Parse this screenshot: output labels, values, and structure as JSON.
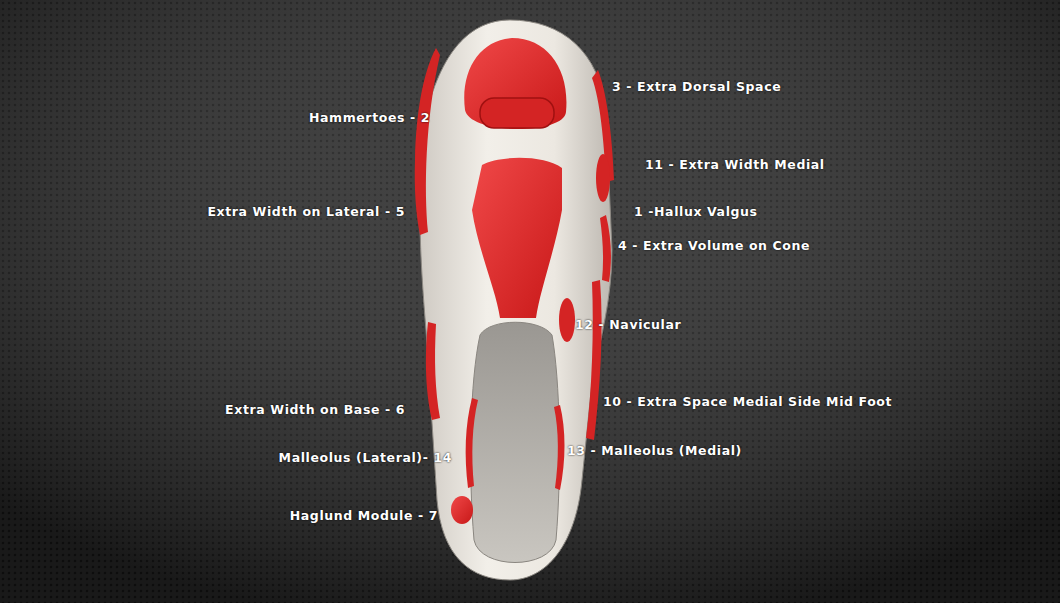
{
  "diagram": {
    "labels": [
      "3 - Extra Dorsal Space",
      "Hammertoes - 2",
      "11 - Extra Width Medial",
      "Extra Width on Lateral - 5",
      "1 -Hallux Valgus",
      "4 - Extra Volume on Cone",
      "12 - Navicular",
      "10 - Extra Space Medial Side Mid Foot",
      "Extra Width on Base - 6",
      "13 - Malleolus (Medial)",
      "Malleolus (Lateral)- 14",
      "Haglund Module - 7"
    ]
  }
}
